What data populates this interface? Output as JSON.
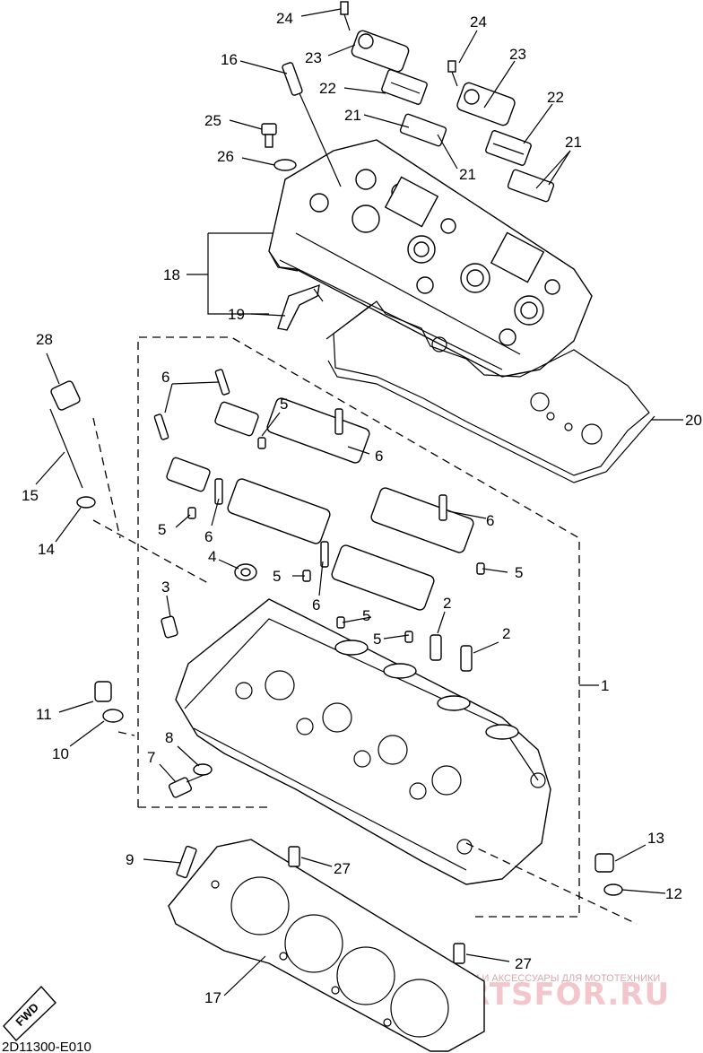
{
  "diagram": {
    "code": "2D11300-E010",
    "fwd_badge": "FWD",
    "watermark_tagline": "ЗАПЧАСТИ И АКСЕССУАРЫ ДЛЯ МОТОТЕХНИКИ",
    "watermark_logo": "PARTSFOR.RU",
    "callouts": [
      {
        "id": "c1",
        "text": "1"
      },
      {
        "id": "c2a",
        "text": "2"
      },
      {
        "id": "c2b",
        "text": "2"
      },
      {
        "id": "c3",
        "text": "3"
      },
      {
        "id": "c4",
        "text": "4"
      },
      {
        "id": "c5a",
        "text": "5"
      },
      {
        "id": "c5b",
        "text": "5"
      },
      {
        "id": "c5c",
        "text": "5"
      },
      {
        "id": "c5d",
        "text": "5"
      },
      {
        "id": "c5e",
        "text": "5"
      },
      {
        "id": "c5f",
        "text": "5"
      },
      {
        "id": "c6a",
        "text": "6"
      },
      {
        "id": "c6b",
        "text": "6"
      },
      {
        "id": "c6c",
        "text": "6"
      },
      {
        "id": "c6d",
        "text": "6"
      },
      {
        "id": "c6e",
        "text": "6"
      },
      {
        "id": "c7",
        "text": "7"
      },
      {
        "id": "c8",
        "text": "8"
      },
      {
        "id": "c9",
        "text": "9"
      },
      {
        "id": "c10",
        "text": "10"
      },
      {
        "id": "c11",
        "text": "11"
      },
      {
        "id": "c12",
        "text": "12"
      },
      {
        "id": "c13",
        "text": "13"
      },
      {
        "id": "c14",
        "text": "14"
      },
      {
        "id": "c15",
        "text": "15"
      },
      {
        "id": "c16",
        "text": "16"
      },
      {
        "id": "c17",
        "text": "17"
      },
      {
        "id": "c18",
        "text": "18"
      },
      {
        "id": "c19",
        "text": "19"
      },
      {
        "id": "c20",
        "text": "20"
      },
      {
        "id": "c21a",
        "text": "21"
      },
      {
        "id": "c21b",
        "text": "21"
      },
      {
        "id": "c21c",
        "text": "21"
      },
      {
        "id": "c22a",
        "text": "22"
      },
      {
        "id": "c22b",
        "text": "22"
      },
      {
        "id": "c23a",
        "text": "23"
      },
      {
        "id": "c23b",
        "text": "23"
      },
      {
        "id": "c24a",
        "text": "24"
      },
      {
        "id": "c24b",
        "text": "24"
      },
      {
        "id": "c25",
        "text": "25"
      },
      {
        "id": "c26",
        "text": "26"
      },
      {
        "id": "c27a",
        "text": "27"
      },
      {
        "id": "c27b",
        "text": "27"
      },
      {
        "id": "c28",
        "text": "28"
      }
    ]
  }
}
